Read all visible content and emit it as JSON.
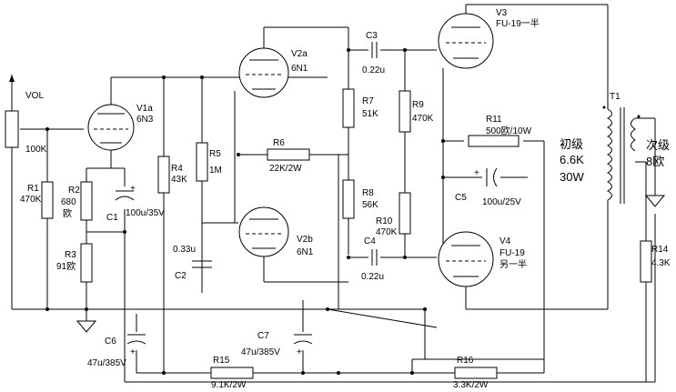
{
  "labels": {
    "vol": "VOL",
    "r_vol": "100K",
    "v1a": "V1a",
    "v1a_type": "6N3",
    "r1": "R1",
    "r1_val": "470K",
    "r2": "R2",
    "r2_val": "680",
    "r2_unit": "欧",
    "r3": "R3",
    "r3_val": "91欧",
    "c1": "C1",
    "c1_val": "100u/35V",
    "r4": "R4",
    "r4_val": "43K",
    "r5": "R5",
    "r5_val": "1M",
    "c2": "C2",
    "c2_val": "0.33u",
    "v2a": "V2a",
    "v2a_type": "6N1",
    "v2b": "V2b",
    "v2b_type": "6N1",
    "r6": "R6",
    "r6_val": "22K/2W",
    "r7": "R7",
    "r7_val": "51K",
    "r8": "R8",
    "r8_val": "56K",
    "c3": "C3",
    "c3_val": "0.22u",
    "c4": "C4",
    "c4_val": "0.22u",
    "r9": "R9",
    "r9_val": "470K",
    "r10": "R10",
    "r10_val": "470K",
    "v3": "V3",
    "v3_type": "FU-19一半",
    "v4": "V4",
    "v4_type": "FU-19",
    "v4_half": "另一半",
    "r11": "R11",
    "r11_val": "500欧/10W",
    "c5": "C5",
    "c5_val": "100u/25V",
    "t1": "T1",
    "primary": "初级",
    "primary_imp": "6.6K",
    "primary_pow": "30W",
    "secondary": "次级",
    "secondary_imp": "8欧",
    "r14": "R14",
    "r14_val": "4.3K",
    "c6": "C6",
    "c6_val": "47u/385V",
    "c7": "C7",
    "c7_val": "47u/385V",
    "r15": "R15",
    "r15_val": "9.1K/2W",
    "r16": "R16",
    "r16_val": "3.3K/2W",
    "plus": "+"
  }
}
